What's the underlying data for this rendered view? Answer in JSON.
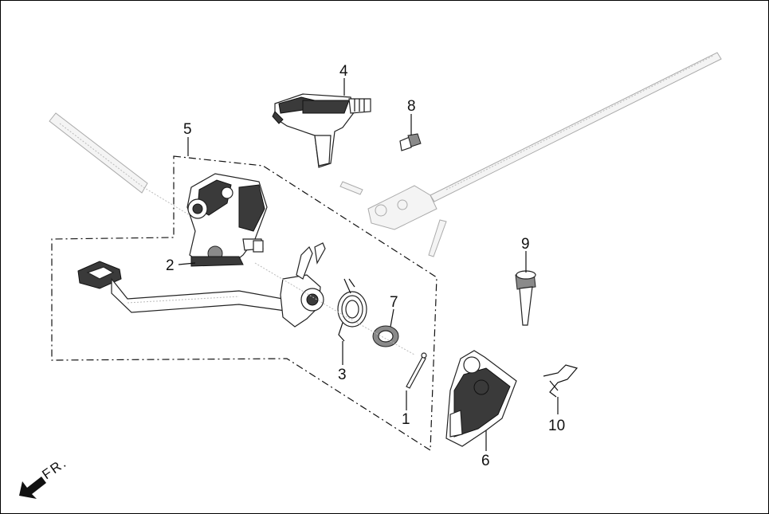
{
  "diagram": {
    "direction_label": "FR.",
    "callouts": [
      {
        "id": "1",
        "label": "1"
      },
      {
        "id": "2",
        "label": "2"
      },
      {
        "id": "3",
        "label": "3"
      },
      {
        "id": "4",
        "label": "4"
      },
      {
        "id": "5",
        "label": "5"
      },
      {
        "id": "6",
        "label": "6"
      },
      {
        "id": "7",
        "label": "7"
      },
      {
        "id": "8",
        "label": "8"
      },
      {
        "id": "9",
        "label": "9"
      },
      {
        "id": "10",
        "label": "10"
      }
    ]
  }
}
